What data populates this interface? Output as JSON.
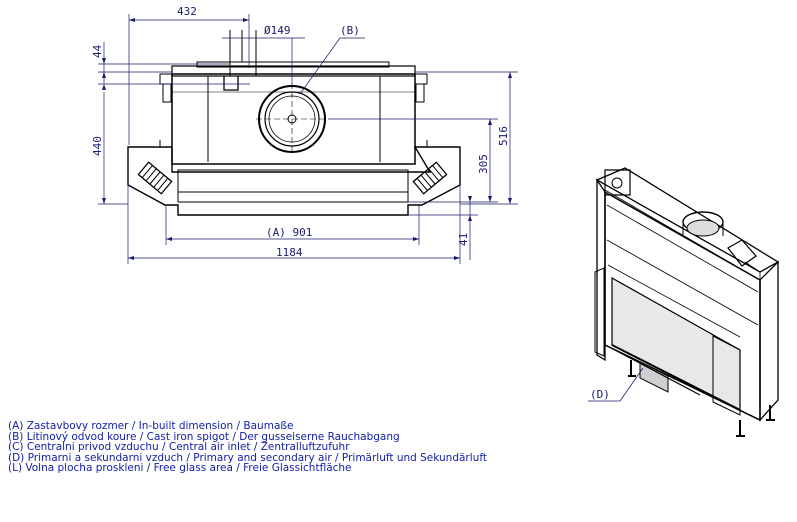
{
  "dimensions": {
    "width_top": "432",
    "diameter": "Ø149",
    "label_b": "(B)",
    "h44": "44",
    "h440": "440",
    "h305": "305",
    "h516": "516",
    "h41": "41",
    "width_a": "(A) 901",
    "width_total": "1184",
    "label_d": "(D)"
  },
  "legend": [
    "(A)  Zastavbovy rozmer / In-built dimension / Baumaße",
    "(B)  Litinový odvod koure / Cast iron spigot / Der gusseiserne Rauchabgang",
    "(C)  Centralni privod vzduchu / Central air inlet / Zentralluftzufuhr",
    "(D)  Primarni a sekundarni vzduch / Primary and secondary air / Primärluft und Sekundärluft",
    "(L)  Volna plocha proskleni / Free glass area / Freie Glassichtfläche"
  ]
}
